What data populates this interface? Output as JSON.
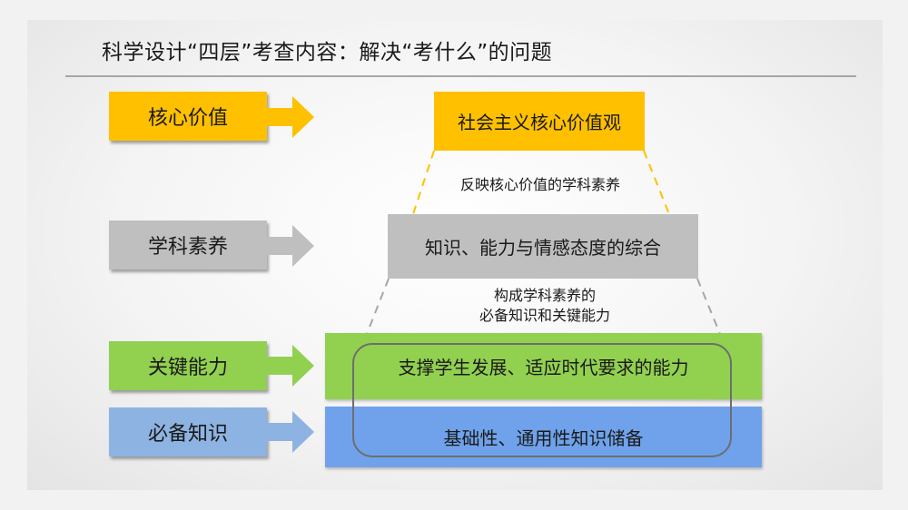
{
  "title": "科学设计“四层”考查内容：解决“考什么”的问题",
  "colors": {
    "yellow": "#ffc000",
    "gray": "#bfbfbf",
    "green": "#92d050",
    "blue": "#8db3e2",
    "blue_box": "#6fa2ea"
  },
  "levels": [
    {
      "label": "核心价值",
      "content": "社会主义核心价值观"
    },
    {
      "label": "学科素养",
      "content": "知识、能力与情感态度的综合"
    },
    {
      "label": "关键能力",
      "content": "支撑学生发展、适应时代要求的能力"
    },
    {
      "label": "必备知识",
      "content": "基础性、通用性知识储备"
    }
  ],
  "connectors": {
    "top": "反映核心价值的学科素养",
    "bottom_line1": "构成学科素养的",
    "bottom_line2": "必备知识和关键能力"
  }
}
